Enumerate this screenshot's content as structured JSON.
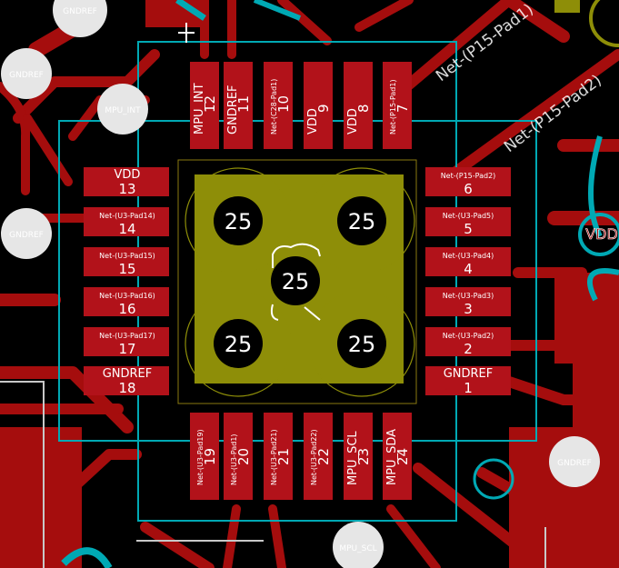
{
  "colors": {
    "background": "#000000",
    "copper": "#a50d0d",
    "pad": "#b2121a",
    "courtyard": "#00a9b4",
    "silk": "#d8d8d8",
    "thermal_pad": "#8e8e08",
    "via": "#e6e6e6",
    "pad_text": "#ffffff"
  },
  "vias": {
    "gndref_top_left": "GNDREF",
    "gndref_left_upper": "GNDREF",
    "mpu_int": "MPU_INT",
    "gndref_left_mid": "GNDREF",
    "gndref_right": "GNDREF",
    "mpu_scl": "MPU_SCL",
    "vdd_right": "VDD"
  },
  "traces": {
    "net_p15_pad1": "Net-(P15-Pad1)",
    "net_p15_pad2": "Net-(P15-Pad2)"
  },
  "pads": {
    "p1": {
      "num": "1",
      "net": "GNDREF"
    },
    "p2": {
      "num": "2",
      "net": "Net-(U3-Pad2)"
    },
    "p3": {
      "num": "3",
      "net": "Net-(U3-Pad3)"
    },
    "p4": {
      "num": "4",
      "net": "Net-(U3-Pad4)"
    },
    "p5": {
      "num": "5",
      "net": "Net-(U3-Pad5)"
    },
    "p6": {
      "num": "6",
      "net": "Net-(P15-Pad2)"
    },
    "p7": {
      "num": "7",
      "net": "Net-(P15-Pad1)"
    },
    "p8": {
      "num": "8",
      "net": "VDD"
    },
    "p9": {
      "num": "9",
      "net": "VDD"
    },
    "p10": {
      "num": "10",
      "net": "Net-(C28-Pad1)"
    },
    "p11": {
      "num": "11",
      "net": "GNDREF"
    },
    "p12": {
      "num": "12",
      "net": "MPU_INT"
    },
    "p13": {
      "num": "13",
      "net": "VDD"
    },
    "p14": {
      "num": "14",
      "net": "Net-(U3-Pad14)"
    },
    "p15": {
      "num": "15",
      "net": "Net-(U3-Pad15)"
    },
    "p16": {
      "num": "16",
      "net": "Net-(U3-Pad16)"
    },
    "p17": {
      "num": "17",
      "net": "Net-(U3-Pad17)"
    },
    "p18": {
      "num": "18",
      "net": "GNDREF"
    },
    "p19": {
      "num": "19",
      "net": "Net-(U3-Pad19)"
    },
    "p20": {
      "num": "20",
      "net": "Net-(U3-Pad1)"
    },
    "p21": {
      "num": "21",
      "net": "Net-(U3-Pad21)"
    },
    "p22": {
      "num": "22",
      "net": "Net-(U3-Pad22)"
    },
    "p23": {
      "num": "23",
      "net": "MPU_SCL"
    },
    "p24": {
      "num": "24",
      "net": "MPU_SDA"
    },
    "p25": {
      "num": "25"
    }
  },
  "thermal_vias": [
    "25",
    "25",
    "25",
    "25",
    "25"
  ]
}
